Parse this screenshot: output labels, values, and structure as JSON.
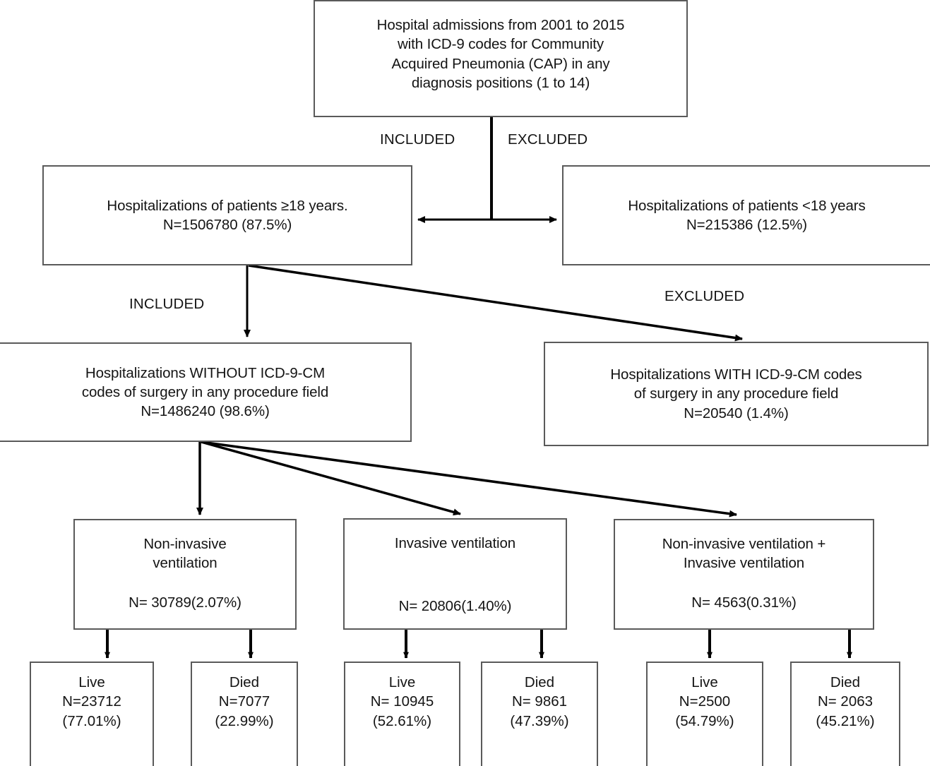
{
  "diagram": {
    "type": "flowchart",
    "title_present": false,
    "nodes": {
      "root": {
        "id": "root",
        "lines": [
          "Hospital admissions from 2001 to 2015",
          "with ICD-9 codes for Community",
          "Acquired Pneumonia (CAP) in any",
          "diagnosis positions (1 to 14)"
        ]
      },
      "adults": {
        "id": "adults",
        "lines": [
          "Hospitalizations of patients ≥18 years.",
          "N=1506780 (87.5%)"
        ],
        "n": 1506780,
        "percent": 87.5
      },
      "children": {
        "id": "children",
        "lines": [
          "Hospitalizations of patients <18 years",
          "N=215386 (12.5%)"
        ],
        "n": 215386,
        "percent": 12.5
      },
      "no_surgery": {
        "id": "no_surgery",
        "lines": [
          "Hospitalizations WITHOUT ICD-9-CM",
          "codes of surgery in any procedure field",
          "N=1486240 (98.6%)"
        ],
        "n": 1486240,
        "percent": 98.6
      },
      "surgery": {
        "id": "surgery",
        "lines": [
          "Hospitalizations WITH ICD-9-CM codes",
          "of surgery in any procedure field",
          "N=20540 (1.4%)"
        ],
        "n": 20540,
        "percent": 1.4
      },
      "niv": {
        "id": "niv",
        "title_lines": [
          "Non-invasive",
          "ventilation"
        ],
        "count_line": "N= 30789(2.07%)",
        "n": 30789,
        "percent": 2.07
      },
      "iv": {
        "id": "iv",
        "title_lines": [
          "Invasive ventilation"
        ],
        "count_line": "N= 20806(1.40%)",
        "n": 20806,
        "percent": 1.4
      },
      "niv_iv": {
        "id": "niv_iv",
        "title_lines": [
          "Non-invasive ventilation +",
          "Invasive ventilation"
        ],
        "count_line": "N= 4563(0.31%)",
        "n": 4563,
        "percent": 0.31
      }
    },
    "outcomes": [
      {
        "id": "niv-live",
        "parent": "niv",
        "status": "Live",
        "count_line": "N=23712",
        "percent_line": "(77.01%)",
        "n": 23712,
        "percent": 77.01
      },
      {
        "id": "niv-died",
        "parent": "niv",
        "status": "Died",
        "count_line": "N=7077",
        "percent_line": "(22.99%)",
        "n": 7077,
        "percent": 22.99
      },
      {
        "id": "iv-live",
        "parent": "iv",
        "status": "Live",
        "count_line": "N= 10945",
        "percent_line": "(52.61%)",
        "n": 10945,
        "percent": 52.61
      },
      {
        "id": "iv-died",
        "parent": "iv",
        "status": "Died",
        "count_line": "N= 9861",
        "percent_line": "(47.39%)",
        "n": 9861,
        "percent": 47.39
      },
      {
        "id": "both-live",
        "parent": "niv_iv",
        "status": "Live",
        "count_line": "N=2500",
        "percent_line": "(54.79%)",
        "n": 2500,
        "percent": 54.79
      },
      {
        "id": "both-died",
        "parent": "niv_iv",
        "status": "Died",
        "count_line": "N= 2063",
        "percent_line": "(45.21%)",
        "n": 2063,
        "percent": 45.21
      }
    ],
    "flow_labels": [
      {
        "id": "included-1",
        "text": "INCLUDED"
      },
      {
        "id": "excluded-1",
        "text": "EXCLUDED"
      },
      {
        "id": "included-2",
        "text": "INCLUDED"
      },
      {
        "id": "excluded-2",
        "text": "EXCLUDED"
      }
    ],
    "colors": {
      "background": "#ffffff",
      "box_border": "#5a5a5a",
      "text": "#141414",
      "connector": "#000000"
    }
  }
}
